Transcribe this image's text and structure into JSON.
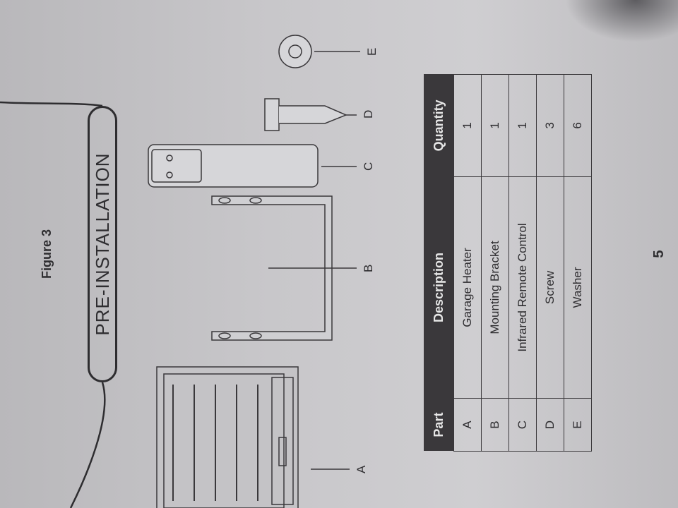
{
  "figure_title": "Figure 3",
  "section_title": "PRE-INSTALLATION",
  "part_labels": [
    "A",
    "B",
    "C",
    "D",
    "E"
  ],
  "table": {
    "headers": [
      "Part",
      "Description",
      "Quantity"
    ],
    "rows": [
      [
        "A",
        "Garage Heater",
        "1"
      ],
      [
        "B",
        "Mounting Bracket",
        "1"
      ],
      [
        "C",
        "Infrared Remote Control",
        "1"
      ],
      [
        "D",
        "Screw",
        "3"
      ],
      [
        "E",
        "Washer",
        "6"
      ]
    ]
  },
  "page_number": "5"
}
